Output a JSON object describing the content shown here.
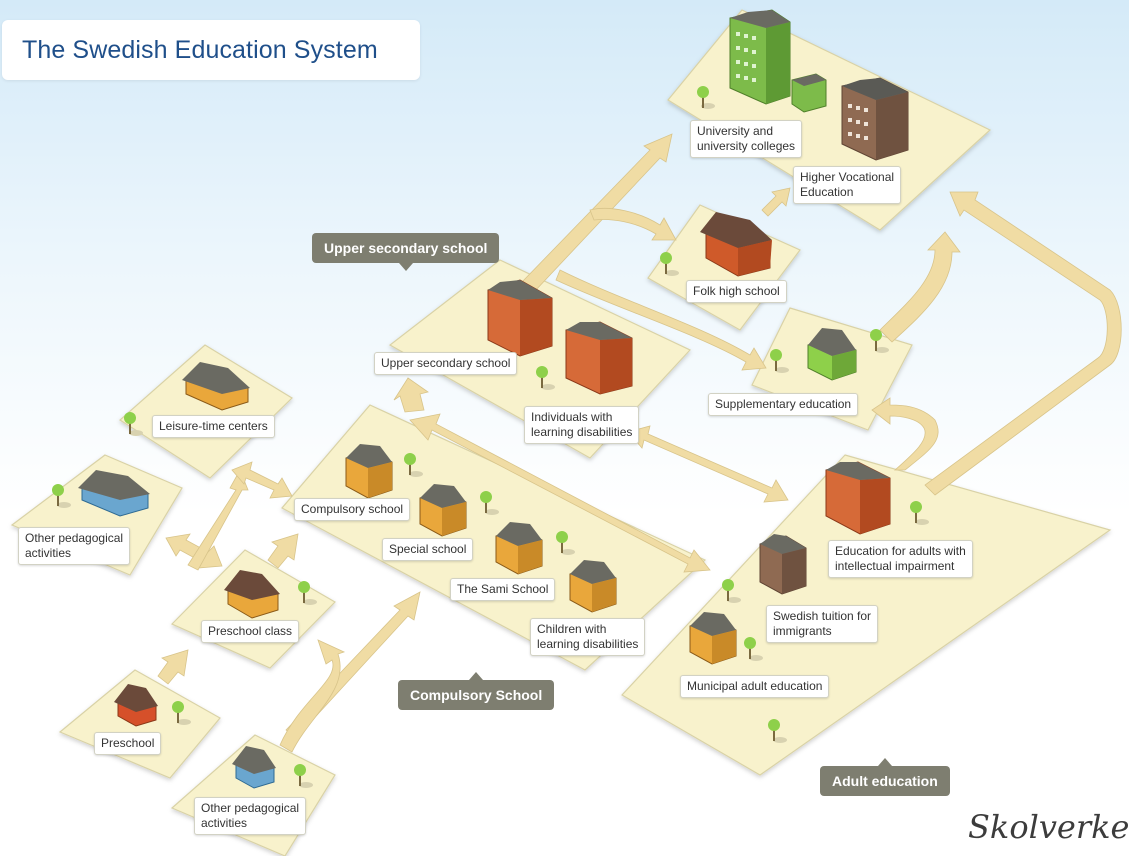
{
  "title": "The Swedish Education System",
  "brand": "Skolverket",
  "section_tags": {
    "upper_secondary": "Upper secondary school",
    "compulsory": "Compulsory School",
    "adult": "Adult education"
  },
  "labels": {
    "university": [
      "University and",
      "university colleges"
    ],
    "higher_vocational": [
      "Higher Vocational",
      "Education"
    ],
    "folk_high_school": "Folk high school",
    "upper_secondary_school": "Upper secondary school",
    "upper_secondary_disabilities": [
      "Individuals with",
      "learning disabilities"
    ],
    "supplementary": "Supplementary education",
    "leisure_time": "Leisure-time centers",
    "other_pedagogical_top": [
      "Other pedagogical",
      "activities"
    ],
    "compulsory_school": "Compulsory school",
    "special_school": "Special school",
    "sami_school": "The Sami School",
    "children_disabilities": [
      "Children with",
      "learning disabilities"
    ],
    "preschool_class": "Preschool class",
    "preschool": "Preschool",
    "other_pedagogical_bottom": [
      "Other pedagogical",
      "activities"
    ],
    "adults_intellectual": [
      "Education for adults with",
      "intellectual impairment"
    ],
    "swedish_tuition": [
      "Swedish tuition for",
      "immigrants"
    ],
    "municipal_adult": "Municipal adult education"
  },
  "colors": {
    "platform": "#f8f2cc",
    "platform_edge": "#d9d2a6",
    "arrow": "#f0dca4",
    "building_orange": "#e9a73b",
    "building_red": "#cf5a2a",
    "building_green": "#7dbb4a",
    "building_brown": "#8f6a52",
    "building_blue": "#6aa6cf",
    "roof": "#5a5a55",
    "tag": "#7e7e70",
    "title_text": "#1f4f8a"
  }
}
